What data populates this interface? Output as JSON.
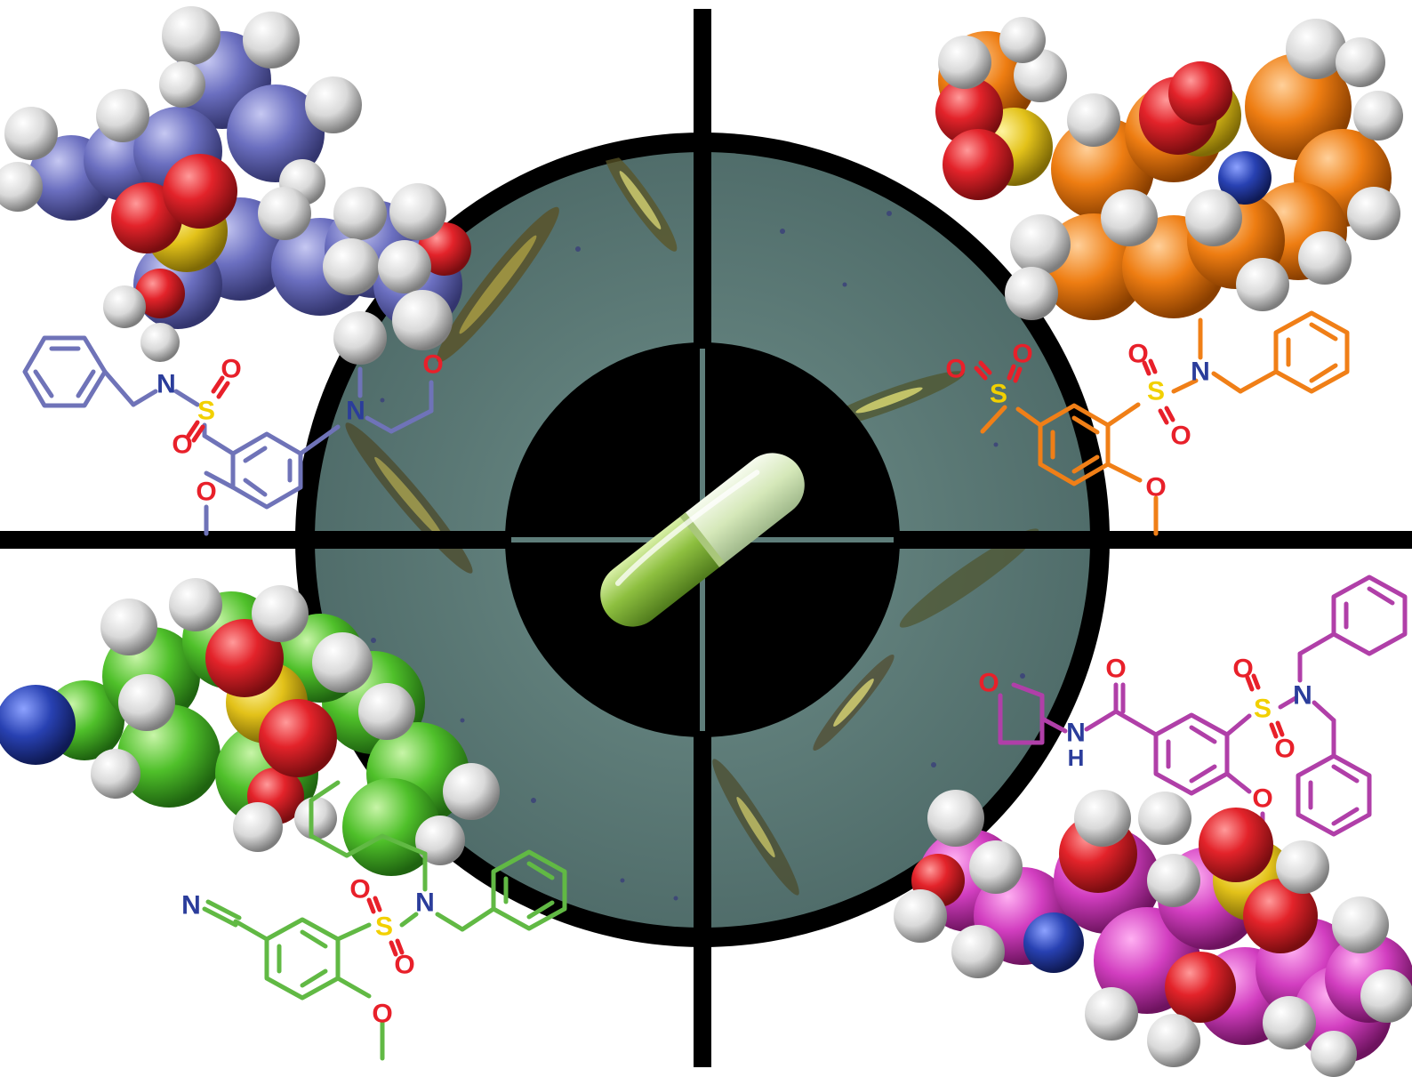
{
  "colors": {
    "blue": "#6f73b8",
    "orange": "#f07f17",
    "green": "#61b944",
    "magenta": "#b03fa8",
    "oxygen": "#e8202a",
    "sulfur": "#f2d000",
    "nitrogen": "#2b3d9b",
    "hydrogen": "#e6e6e6",
    "scope_panel": "#5e7d7a",
    "crosshair": "#000000",
    "capsule_light": "#cfe6a8",
    "capsule_dark": "#7fae3a"
  },
  "molecules": {
    "blue": {
      "labels": {
        "n_sulfonamide": "N",
        "s": "S",
        "o1": "O",
        "o2": "O",
        "o_methoxy": "O",
        "n_morpholine": "N",
        "o_morpholine": "O"
      }
    },
    "orange": {
      "labels": {
        "s_sulfone": "S",
        "o_sulfone1": "O",
        "o_sulfone2": "O",
        "s": "S",
        "o1": "O",
        "o2": "O",
        "n": "N",
        "o_methoxy": "O"
      }
    },
    "green": {
      "labels": {
        "n_nitrile": "N",
        "s": "S",
        "o1": "O",
        "o2": "O",
        "n": "N",
        "o_methoxy": "O"
      }
    },
    "magenta": {
      "labels": {
        "o_oxetane": "O",
        "o_carbonyl": "O",
        "nh_n": "N",
        "nh_h": "H",
        "s": "S",
        "o1": "O",
        "o2": "O",
        "n": "N",
        "o_methoxy": "O"
      }
    }
  },
  "icons": {
    "capsule": "drug-capsule-icon",
    "target": "crosshair-target-icon"
  }
}
